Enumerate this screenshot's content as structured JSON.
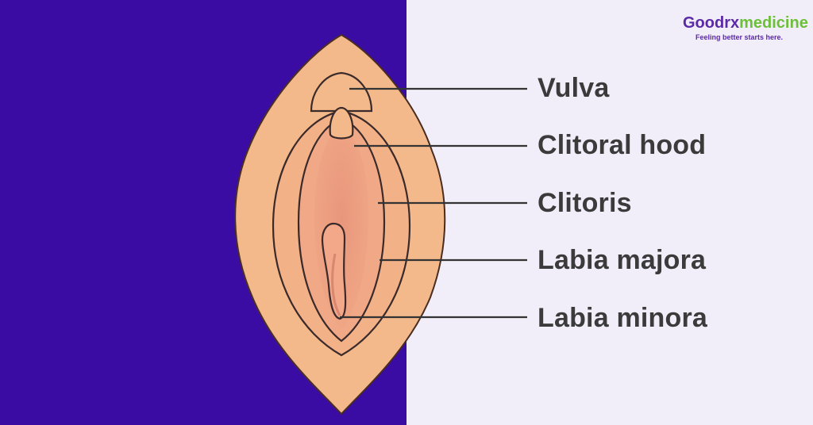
{
  "labels": [
    "Vulva",
    "Clitoral hood",
    "Clitoris",
    "Labia majora",
    "Labia minora"
  ],
  "logo": {
    "brand_part1": "Goodrx",
    "brand_part2": "medicine",
    "tagline": "Feeling better starts here."
  },
  "colors": {
    "left_background": "#3a0ca3",
    "right_background": "#f2eef9",
    "skin": "#f4b98b",
    "inner": "#e8957a",
    "outline": "#3b2a2a",
    "line": "#333333",
    "brand_purple": "#5b2aa6",
    "brand_green": "#6dbf3b"
  }
}
